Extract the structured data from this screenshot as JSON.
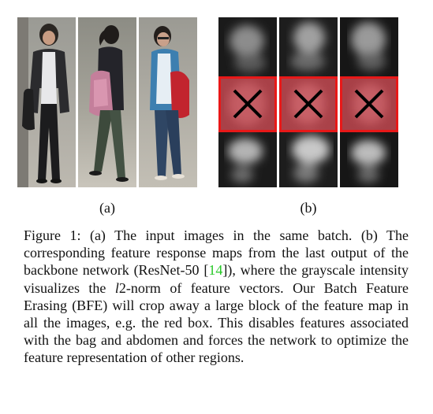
{
  "figure": {
    "panel_a_label": "(a)",
    "panel_b_label": "(b)",
    "cross_symbol": "×",
    "erase_box_color": "#e81818",
    "citation_color": "#28c828",
    "caption": {
      "part1": "Figure 1: (a) The input images in the same batch. (b) The corresponding feature response maps from the last output of the backbone network (ResNet-50 [",
      "citation": "14",
      "part2": "]), where the grayscale intensity visualizes the ",
      "norm_symbol": "l",
      "part3": "2-norm of feature vectors. Our Batch Feature Erasing (BFE) will crop away a large block of the feature map in all the images, e.g. the red box. This disables features associated with the bag and abdomen and forces the network to optimize the feature representation of other regions."
    }
  }
}
